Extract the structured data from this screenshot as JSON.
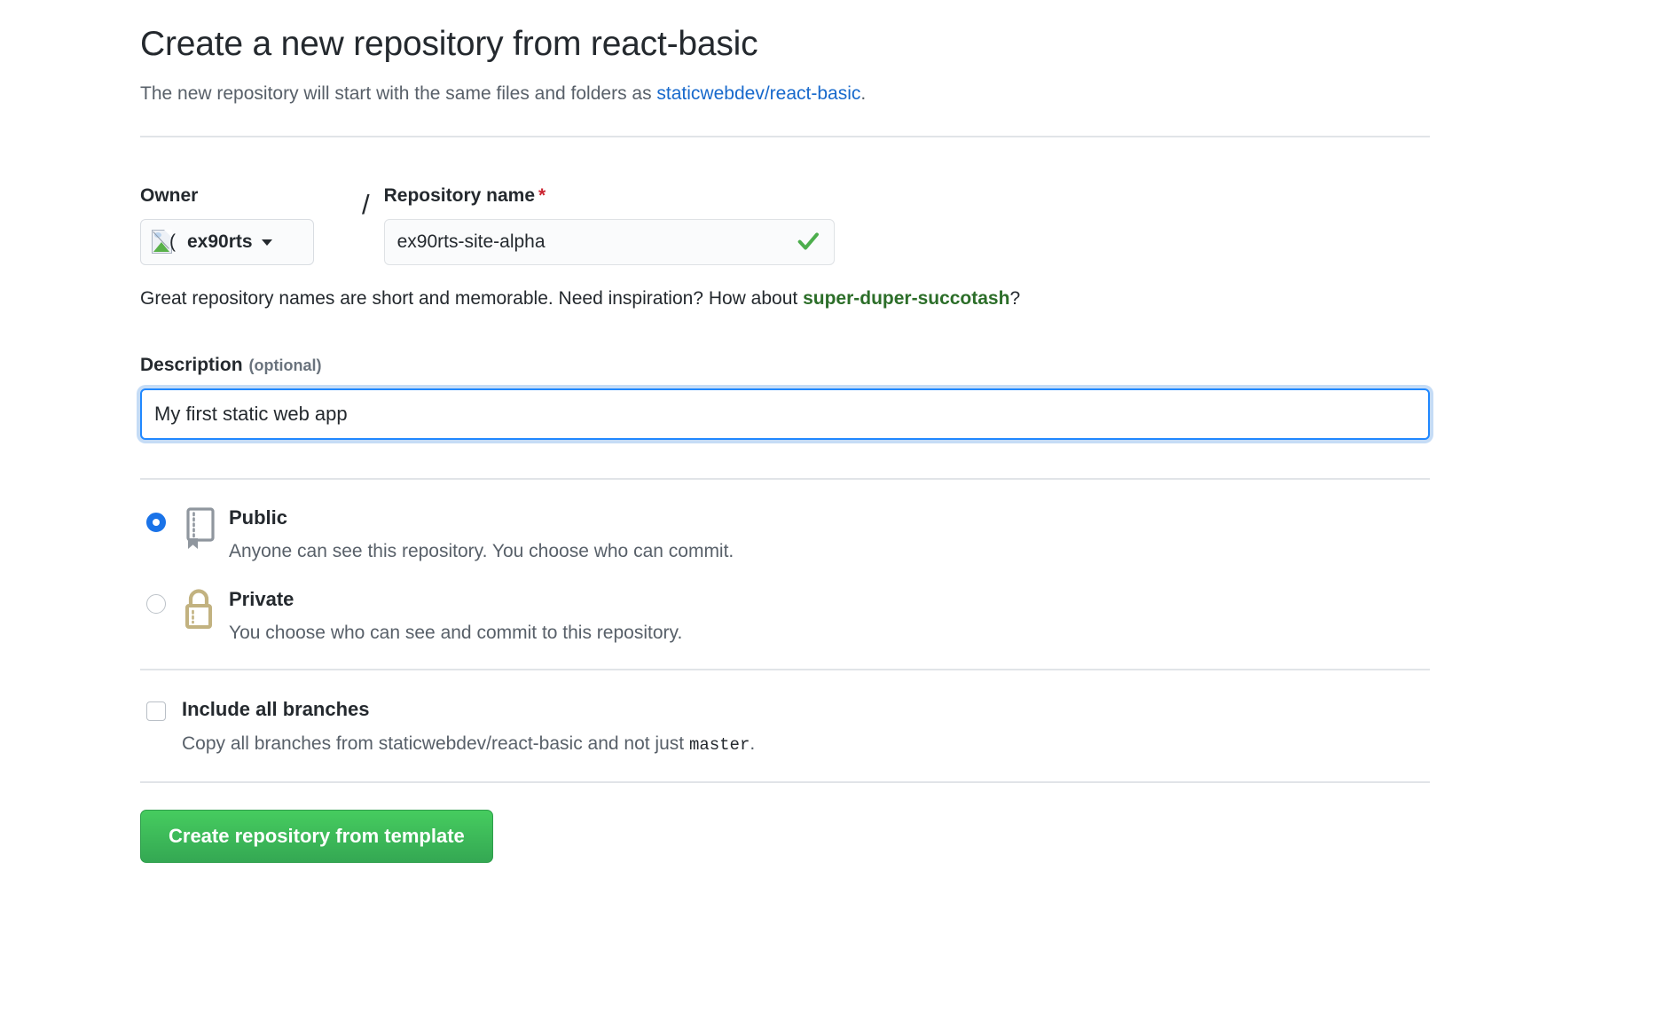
{
  "header": {
    "title": "Create a new repository from react-basic",
    "subtitle_prefix": "The new repository will start with the same files and folders as ",
    "subtitle_link": "staticwebdev/react-basic",
    "subtitle_suffix": "."
  },
  "owner": {
    "label": "Owner",
    "name": "ex90rts",
    "avatar_icon": "broken-image-icon",
    "caret_icon": "chevron-down-icon"
  },
  "separator": "/",
  "repository_name": {
    "label": "Repository name",
    "required_marker": "*",
    "value": "ex90rts-site-alpha",
    "placeholder": "",
    "valid_icon": "check-icon",
    "valid_color": "#4cae4c"
  },
  "name_hint": {
    "prefix": "Great repository names are short and memorable. Need inspiration? How about ",
    "suggestion": "super-duper-succotash",
    "suffix": "?",
    "suggestion_color": "#2c6e29"
  },
  "description": {
    "label": "Description",
    "optional_label": "(optional)",
    "value": "My first static web app",
    "placeholder": "",
    "focus_color": "#2188ff"
  },
  "visibility": {
    "options": [
      {
        "id": "public",
        "title": "Public",
        "description": "Anyone can see this repository. You choose who can commit.",
        "icon": "repo-book-icon",
        "icon_color": "#8f969e",
        "selected": true
      },
      {
        "id": "private",
        "title": "Private",
        "description": "You choose who can see and commit to this repository.",
        "icon": "lock-icon",
        "icon_color": "#c2b280",
        "selected": false
      }
    ],
    "selected_color": "#1a73e8"
  },
  "include_branches": {
    "title": "Include all branches",
    "description_prefix": "Copy all branches from staticwebdev/react-basic and not just ",
    "description_code": "master",
    "description_suffix": ".",
    "checked": false
  },
  "submit": {
    "label": "Create repository from template",
    "color": "#34a853"
  }
}
